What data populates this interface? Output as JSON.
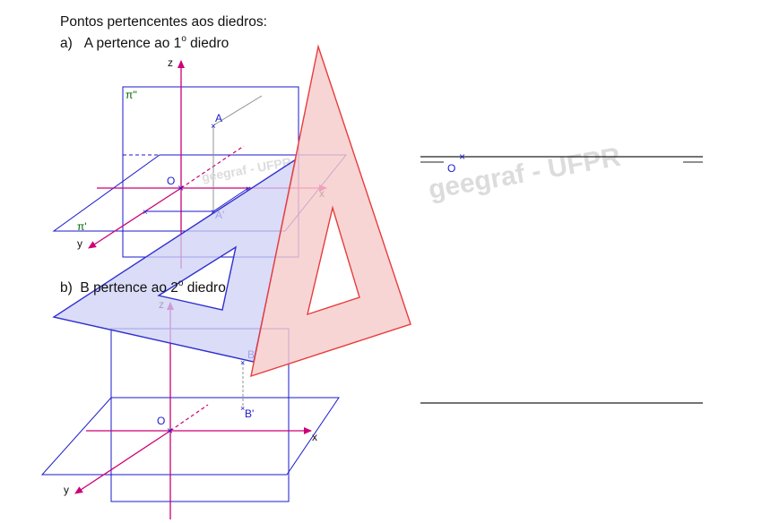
{
  "heading": "Pontos pertencentes aos diedros:",
  "item_a": {
    "marker": "a)",
    "text_before_sup": "A pertence ao 1",
    "sup": "o",
    "text_after_sup": " diedro"
  },
  "item_b": {
    "marker": "b)",
    "text_before_sup": "B pertence ao 2",
    "sup": "o",
    "text_after_sup": " diedro"
  },
  "diagram_a": {
    "axis_x": "x",
    "axis_y": "y",
    "axis_z": "z",
    "origin": "O",
    "vertical_plane": "π''",
    "horizontal_plane": "π'",
    "point": "A",
    "point_projection": "A'",
    "watermark": "geegraf - UFPR"
  },
  "diagram_b": {
    "axis_x": "x",
    "axis_y": "y",
    "axis_z": "z",
    "origin": "O",
    "point": "B",
    "point_projection": "B'"
  },
  "epure": {
    "origin": "O",
    "watermark": "geegraf - UFPR"
  },
  "colors": {
    "plane_blue": "#1a1acc",
    "axis_magenta": "#cc0077",
    "triangle_fill": "#f6caca",
    "triangle_stroke": "#e83c3c",
    "square_fill": "#cfd0f4",
    "square_stroke": "#2f2fd0",
    "label_green": "#006600",
    "watermark": "#dcdcdc"
  }
}
